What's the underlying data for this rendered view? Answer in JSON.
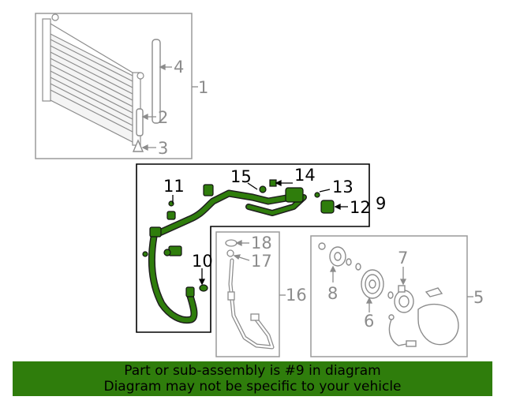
{
  "diagram": {
    "callouts": {
      "c1": "1",
      "c2": "2",
      "c3": "3",
      "c4": "4",
      "c5": "5",
      "c6": "6",
      "c7": "7",
      "c8": "8",
      "c9": "9",
      "c10": "10",
      "c11": "11",
      "c12": "12",
      "c13": "13",
      "c14": "14",
      "c15": "15",
      "c16": "16",
      "c17": "17",
      "c18": "18"
    },
    "highlight_part": "9",
    "colors": {
      "highlight": "#2f7d0c",
      "line_grey": "#8c8c8c",
      "box_black": "#000000"
    }
  },
  "banner": {
    "line1": "Part or sub-assembly is #9 in diagram",
    "line2": "Diagram may not be specific to your vehicle"
  }
}
